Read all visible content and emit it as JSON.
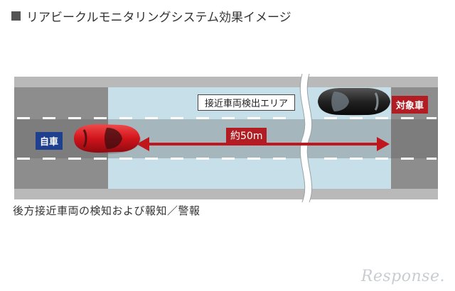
{
  "title": "リアビークルモニタリングシステム効果イメージ",
  "detection_area_label": "接近車両検出エリア",
  "self_vehicle_label": "自車",
  "target_vehicle_label": "対象車",
  "distance_label": "約50m",
  "caption": "後方接近車両の検知および報知／警報",
  "logo_text": "Response.",
  "colors": {
    "road": "#8c8c8c",
    "road_edge": "#b8b8b8",
    "detection_area": "#c5dfe8",
    "arrow": "#c0161e",
    "self_tag": "#1f3f8f",
    "target_tag": "#b21d24",
    "self_car": "#d1141c",
    "target_car": "#1e1e1e"
  },
  "icons": [
    "red-car-icon",
    "black-car-icon",
    "double-arrow-icon",
    "break-line-icon"
  ]
}
